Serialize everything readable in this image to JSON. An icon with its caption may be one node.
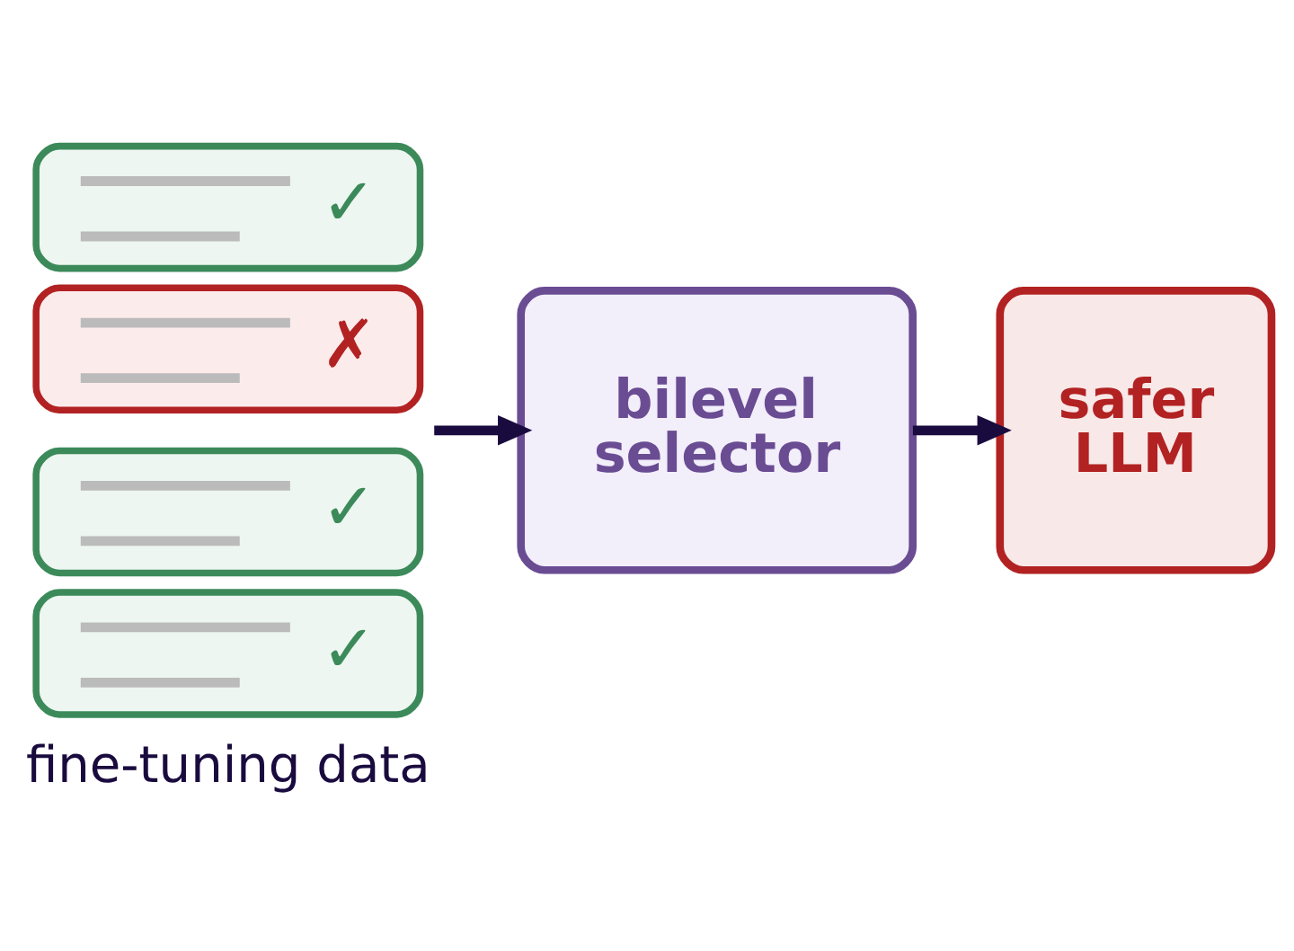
{
  "diagram": {
    "nodes": [
      {
        "text": [
          "✓"
        ]
      },
      {
        "text": [
          "✗"
        ]
      },
      {
        "text": [
          "✓"
        ]
      },
      {
        "text": [
          "✓"
        ]
      },
      {
        "text": [
          "bilevel selector"
        ]
      },
      {
        "text": [
          "safer LLM"
        ]
      }
    ],
    "edges": [
      {
        "from": null,
        "to": 4,
        "arrow": "to"
      },
      {
        "from": 4,
        "to": 5,
        "arrow": "to"
      }
    ],
    "labels": [
      "fine-tuning data"
    ]
  }
}
